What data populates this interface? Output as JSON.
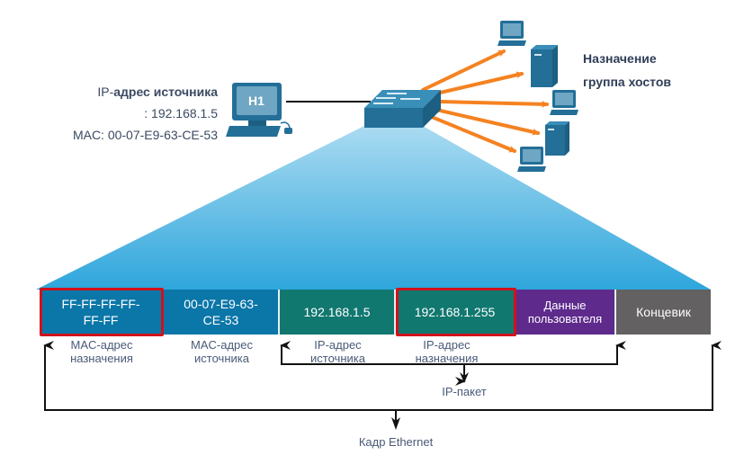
{
  "source": {
    "title_prefix": "IP-",
    "title_rest": "адрес источника",
    "ip_line": ": 192.168.1.5",
    "mac_line": "MAC: 00-07-E9-63-CE-53",
    "host_label": "H1"
  },
  "destination": {
    "line1": "Назначение",
    "line2": "группа хостов"
  },
  "frame": {
    "cells": [
      {
        "text_line1": "FF-FF-FF-FF-",
        "text_line2": "FF-FF",
        "color": "#0b76a8",
        "label_line1": "MAC-адрес",
        "label_line2": "назначения",
        "highlighted": true
      },
      {
        "text_line1": "00-07-E9-63-",
        "text_line2": "CE-53",
        "color": "#0b76a8",
        "label_line1": "MAC-адрес",
        "label_line2": "источника",
        "highlighted": false
      },
      {
        "text_line1": "192.168.1.5",
        "text_line2": "",
        "color": "#117870",
        "label_line1": "IP-адрес",
        "label_line2": "источника",
        "highlighted": false
      },
      {
        "text_line1": "192.168.1.255",
        "text_line2": "",
        "color": "#117870",
        "label_line1": "IP-адрес",
        "label_line2": "назначения",
        "highlighted": true
      },
      {
        "text_line1": "Данные",
        "text_line2": "пользователя",
        "color": "#5e2a8c",
        "label_line1": "",
        "label_line2": "",
        "highlighted": false
      },
      {
        "text_line1": "Концевик",
        "text_line2": "",
        "color": "#636161",
        "label_line1": "",
        "label_line2": "",
        "highlighted": false
      }
    ],
    "highlight_color": "#d0121b"
  },
  "brackets": {
    "ip_packet": "IP-пакет",
    "ethernet_frame": "Кадр Ethernet"
  },
  "colors": {
    "device_blue": "#1f6f97",
    "arrow_orange": "#f58220",
    "fan_top": "#a9daf0",
    "fan_bottom": "#2fa7dd"
  }
}
